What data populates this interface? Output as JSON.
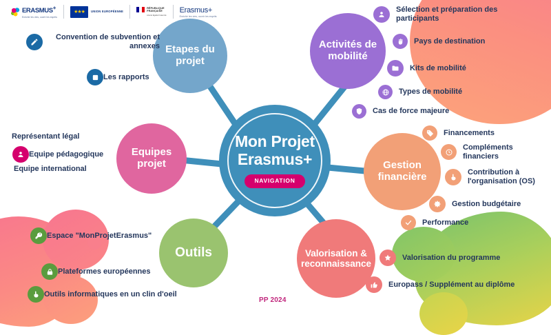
{
  "header": {
    "logos": [
      {
        "name": "erasmus-plus-logo",
        "word": "ERASMUS",
        "plus": "+",
        "tagline": "Enrichir les vies, ouvrir les esprits"
      },
      {
        "name": "union-europeenne-logo",
        "flag_label": "EU",
        "line1": "UNION EUROPÉENNE"
      },
      {
        "name": "republique-francaise-logo",
        "line1": "RÉPUBLIQUE",
        "line2": "FRANÇAISE",
        "motto": "Liberté\nÉgalité\nFraternité"
      },
      {
        "name": "erasmus-plus-france-logo",
        "word": "Erasmus+",
        "tagline": "Enrichir les vies, ouvrir les esprits"
      }
    ]
  },
  "center": {
    "title": "Mon Projet Erasmus+",
    "badge": "NAVIGATION",
    "color": "#3f8fba",
    "badge_color": "#d5006d"
  },
  "branches": [
    {
      "id": "etapes",
      "label": "Etapes du projet",
      "color": "#74a6cb",
      "accent": "#1b6aa5",
      "leaves": [
        {
          "label": "Convention de subvention et annexes",
          "icon": "pencil-icon"
        },
        {
          "label": "Les rapports",
          "icon": "document-icon"
        }
      ]
    },
    {
      "id": "activites",
      "label": "Activités de mobilité",
      "color": "#9b6fd4",
      "accent": "#9b6fd4",
      "leaves": [
        {
          "label": "Sélection et préparation des participants",
          "icon": "person-icon"
        },
        {
          "label": "Pays de destination",
          "icon": "hand-icon"
        },
        {
          "label": "Kits de mobilité",
          "icon": "folder-icon"
        },
        {
          "label": "Types de mobilité",
          "icon": "globe-icon"
        },
        {
          "label": "Cas de force majeure",
          "icon": "shield-icon"
        }
      ]
    },
    {
      "id": "equipes",
      "label": "Equipes projet",
      "color": "#e0669f",
      "accent": "#d5006d",
      "leaves": [
        {
          "label": "Représentant légal",
          "icon": "none"
        },
        {
          "label": "Equipe pédagogique",
          "icon": "person-icon"
        },
        {
          "label": "Equipe international",
          "icon": "none"
        }
      ]
    },
    {
      "id": "gestion",
      "label": "Gestion financière",
      "color": "#f2a077",
      "accent": "#f2a077",
      "leaves": [
        {
          "label": "Financements",
          "icon": "tag-icon"
        },
        {
          "label": "Compléments financiers",
          "icon": "clock-icon"
        },
        {
          "label": "Contribution à l'organisation (OS)",
          "icon": "hand-pointer-icon"
        },
        {
          "label": "Gestion budgétaire",
          "icon": "gear-icon"
        },
        {
          "label": "Performance",
          "icon": "check-icon"
        }
      ]
    },
    {
      "id": "valorisation",
      "label": "Valorisation & reconnaissance",
      "color": "#f07a7a",
      "accent": "#f07a7a",
      "leaves": [
        {
          "label": "Valorisation du programme",
          "icon": "star-icon"
        },
        {
          "label": "Europass / Supplément au diplôme",
          "icon": "thumbs-up-icon"
        }
      ]
    },
    {
      "id": "outils",
      "label": "Outils",
      "color": "#9ac36f",
      "accent": "#5a9c3e",
      "leaves": [
        {
          "label": "Espace \"MonProjetErasmus\"",
          "icon": "key-icon"
        },
        {
          "label": "Plateformes européennes",
          "icon": "lock-icon"
        },
        {
          "label": "Outils informatiques en un clin d'oeil",
          "icon": "hand-pointer-icon"
        }
      ]
    }
  ],
  "footer": {
    "note": "PP 2024"
  },
  "theme": {
    "connector_color": "#3f8fba",
    "label_color": "#24375c",
    "background": "#ffffff"
  }
}
